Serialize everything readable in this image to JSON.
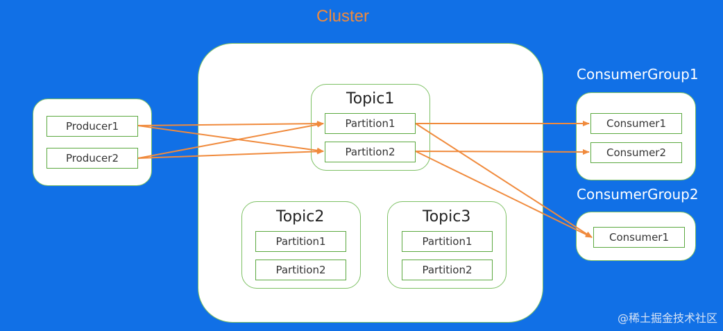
{
  "cluster": {
    "title": "Cluster"
  },
  "producers": [
    "Producer1",
    "Producer2"
  ],
  "topics": [
    {
      "name": "Topic1",
      "partitions": [
        "Partition1",
        "Partition2"
      ]
    },
    {
      "name": "Topic2",
      "partitions": [
        "Partition1",
        "Partition2"
      ]
    },
    {
      "name": "Topic3",
      "partitions": [
        "Partition1",
        "Partition2"
      ]
    }
  ],
  "consumer_groups": [
    {
      "name": "ConsumerGroup1",
      "consumers": [
        "Consumer1",
        "Consumer2"
      ]
    },
    {
      "name": "ConsumerGroup2",
      "consumers": [
        "Consumer1"
      ]
    }
  ],
  "watermark": "@稀土掘金技术社区",
  "colors": {
    "background": "#1170e6",
    "arrow": "#f08a3c",
    "border": "#5aa83e",
    "title": "#f08a3c"
  }
}
